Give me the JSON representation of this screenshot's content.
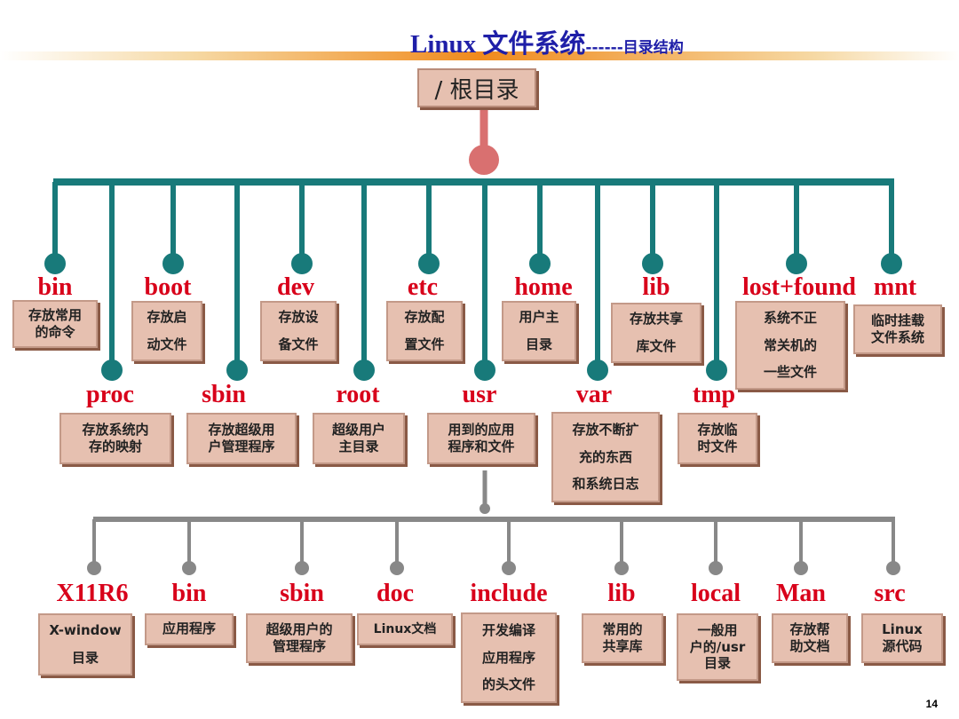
{
  "title": {
    "main": "Linux 文件系统",
    "sub": "------目录结构"
  },
  "root": "/ 根目录",
  "level1_top": [
    {
      "name": "bin",
      "desc": "存放常用\n的命令"
    },
    {
      "name": "boot",
      "desc": "存放启\n动文件"
    },
    {
      "name": "dev",
      "desc": "存放设\n备文件"
    },
    {
      "name": "etc",
      "desc": "存放配\n置文件"
    },
    {
      "name": "home",
      "desc": "用户主\n目录"
    },
    {
      "name": "lib",
      "desc": "存放共享\n库文件"
    },
    {
      "name": "lost+found",
      "desc": "系统不正\n常关机的\n一些文件"
    },
    {
      "name": "mnt",
      "desc": "临时挂载\n文件系统"
    }
  ],
  "level1_bottom": [
    {
      "name": "proc",
      "desc": "存放系统内\n存的映射"
    },
    {
      "name": "sbin",
      "desc": "存放超级用\n户管理程序"
    },
    {
      "name": "root",
      "desc": "超级用户\n主目录"
    },
    {
      "name": "usr",
      "desc": "用到的应用\n程序和文件"
    },
    {
      "name": "var",
      "desc": "存放不断扩\n充的东西\n和系统日志"
    },
    {
      "name": "tmp",
      "desc": "存放临\n时文件"
    }
  ],
  "usr_children": [
    {
      "name": "X11R6",
      "desc": "X-window\n目录"
    },
    {
      "name": "bin",
      "desc": "应用程序"
    },
    {
      "name": "sbin",
      "desc": "超级用户的\n管理程序"
    },
    {
      "name": "doc",
      "desc": "Linux文档"
    },
    {
      "name": "include",
      "desc": "开发编译\n应用程序\n的头文件"
    },
    {
      "name": "lib",
      "desc": "常用的\n共享库"
    },
    {
      "name": "local",
      "desc": "一般用\n户的/usr\n目录"
    },
    {
      "name": "Man",
      "desc": "存放帮\n助文档"
    },
    {
      "name": "src",
      "desc": "Linux\n源代码"
    }
  ],
  "page_number": "14",
  "colors": {
    "title": "#1f1fa8",
    "label": "#d8001a",
    "box_fill": "#e6c0b0",
    "teal_line": "#187a7a",
    "gray_line": "#888888",
    "root_stem": "#d97070"
  }
}
